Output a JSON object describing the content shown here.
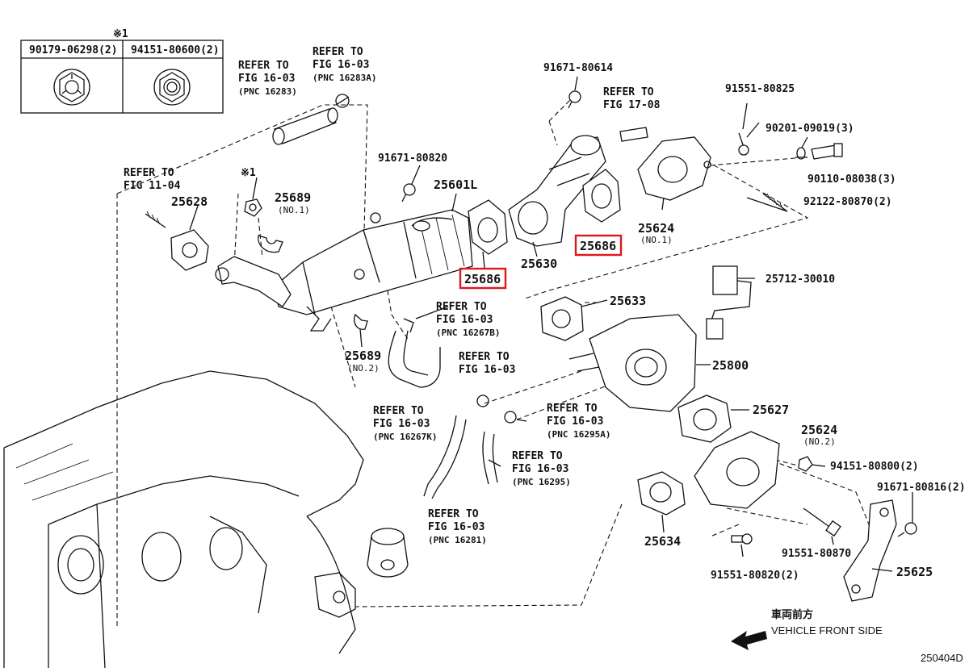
{
  "legend_table": {
    "mark": "※1",
    "col1_part": "90179-06298(2)",
    "col2_part": "94151-80600(2)"
  },
  "labels": {
    "ref_16283": [
      "REFER TO",
      "FIG 16-03",
      "(PNC 16283)"
    ],
    "ref_16283a": [
      "REFER TO",
      "FIG 16-03",
      "(PNC 16283A)"
    ],
    "ref_fig_11_04": [
      "REFER TO",
      "FIG 11-04"
    ],
    "p_25628": "25628",
    "mark_x1": "※1",
    "p_25689_no1": "25689",
    "p_25689_no1_sub": "(NO.1)",
    "p_91671_80820": "91671-80820",
    "p_25601l": "25601L",
    "p_25686_left": "25686",
    "p_25630": "25630",
    "p_91671_80614": "91671-80614",
    "ref_fig_17_08": [
      "REFER TO",
      "FIG 17-08"
    ],
    "p_25686_right": "25686",
    "p_91551_80825": "91551-80825",
    "p_90201_09019": "90201-09019(3)",
    "p_90110_08038": "90110-08038(3)",
    "p_92122_80870": "92122-80870(2)",
    "p_25624_no1": "25624",
    "p_25624_no1_sub": "(NO.1)",
    "p_25712_30010": "25712-30010",
    "p_25633": "25633",
    "ref_16267b": [
      "REFER TO",
      "FIG 16-03",
      "(PNC 16267B)"
    ],
    "p_25689_no2": "25689",
    "p_25689_no2_sub": "(NO.2)",
    "ref_16267k": [
      "REFER TO",
      "FIG 16-03",
      "(PNC 16267K)"
    ],
    "ref_mid": [
      "REFER TO",
      "FIG 16-03"
    ],
    "ref_16295a": [
      "REFER TO",
      "FIG 16-03",
      "(PNC 16295A)"
    ],
    "ref_16295": [
      "REFER TO",
      "FIG 16-03",
      "(PNC 16295)"
    ],
    "ref_16281": [
      "REFER TO",
      "FIG 16-03",
      "(PNC 16281)"
    ],
    "p_25800": "25800",
    "p_25627": "25627",
    "p_25624_no2": "25624",
    "p_25624_no2_sub": "(NO.2)",
    "p_94151_80800": "94151-80800(2)",
    "p_91671_80816": "91671-80816(2)",
    "p_25634": "25634",
    "p_91551_80870": "91551-80870",
    "p_91551_80820": "91551-80820(2)",
    "p_25625": "25625",
    "front_jp": "車両前方",
    "front_en": "VEHICLE FRONT SIDE",
    "diagram_id": "250404D"
  },
  "highlight_color": "#e0161b"
}
